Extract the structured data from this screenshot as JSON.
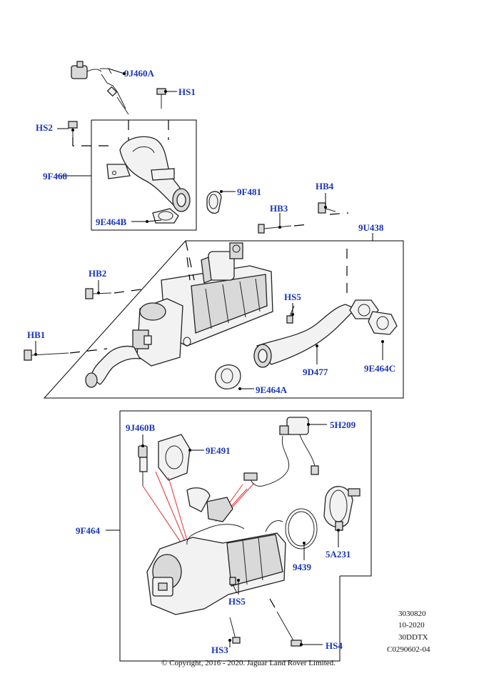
{
  "callouts": {
    "9J460A": "9J460A",
    "HS1": "HS1",
    "HS2": "HS2",
    "9F468": "9F468",
    "9F481": "9F481",
    "HB4": "HB4",
    "HB3": "HB3",
    "9U438": "9U438",
    "9E464B": "9E464B",
    "HB2": "HB2",
    "HS5_top": "HS5",
    "HB1": "HB1",
    "9D477": "9D477",
    "9E464C": "9E464C",
    "9E464A": "9E464A",
    "9J460B": "9J460B",
    "9E491": "9E491",
    "5H209": "5H209",
    "9F464": "9F464",
    "9439": "9439",
    "5A231": "5A231",
    "HS5_bottom": "HS5",
    "HS3": "HS3",
    "HS4": "HS4"
  },
  "meta": {
    "line1": "3030820",
    "line2": "10-2020",
    "line3": "30DDTX",
    "line4": "C0290602-04"
  },
  "copyright": "© Copyright, 2016 - 2020. Jaguar Land Rover Limited.",
  "colors": {
    "callout": "#1a35b8",
    "leader_red": "#e23030"
  }
}
